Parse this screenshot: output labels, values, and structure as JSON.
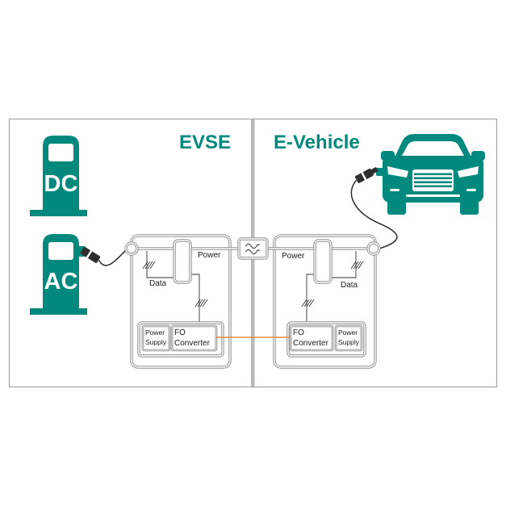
{
  "colors": {
    "accent": "#00897c",
    "frame": "#a7a7a7",
    "divider": "#b9b9b9",
    "fiber": "#e4873a",
    "wire": "#333333",
    "box": "#8e8e8e"
  },
  "icons": {
    "station": "charging-station-icon",
    "car": "car-icon",
    "plug": "plug-icon",
    "filter": "filter-icon",
    "bus": "bus-marker-icon"
  },
  "evse": {
    "title": "EVSE",
    "stations": [
      "DC",
      "AC"
    ],
    "power_label": "Power",
    "data_label": "Data",
    "power_supply": [
      "Power",
      "Supply"
    ],
    "fo_converter": [
      "FO",
      "Converter"
    ]
  },
  "vehicle": {
    "title": "E-Vehicle",
    "power_label": "Power",
    "data_label": "Data",
    "fo_converter": [
      "FO",
      "Converter"
    ],
    "power_supply": [
      "Power",
      "Supply"
    ]
  }
}
